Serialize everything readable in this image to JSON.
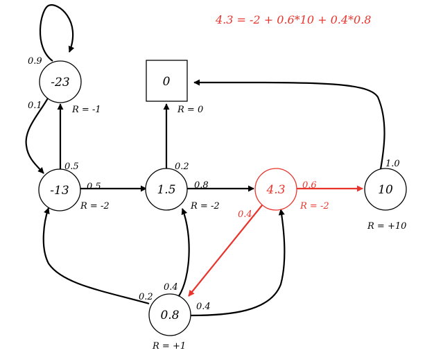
{
  "equation": "4.3 = -2 + 0.6*10 + 0.4*0.8",
  "colors": {
    "default": "#000000",
    "highlight": "#e8342c"
  },
  "nodes": {
    "n_m23": {
      "value": "-23",
      "shape": "circle",
      "reward": "R = -1"
    },
    "n_term": {
      "value": "0",
      "shape": "square",
      "reward": "R = 0"
    },
    "n_m13": {
      "value": "-13",
      "shape": "circle",
      "reward": "R = -2"
    },
    "n_15": {
      "value": "1.5",
      "shape": "circle",
      "reward": "R = -2"
    },
    "n_43": {
      "value": "4.3",
      "shape": "circle",
      "reward": "R = -2",
      "highlight": true
    },
    "n_10": {
      "value": "10",
      "shape": "circle",
      "reward": "R = +10"
    },
    "n_08": {
      "value": "0.8",
      "shape": "circle",
      "reward": "R = +1"
    }
  },
  "edges": {
    "e_self": {
      "from": "-23",
      "to": "-23",
      "prob": "0.9"
    },
    "e_m23_m13": {
      "from": "-23",
      "to": "-13",
      "prob": "0.1"
    },
    "e_m13_m23": {
      "from": "-13",
      "to": "-23",
      "prob": "0.5"
    },
    "e_m13_15": {
      "from": "-13",
      "to": "1.5",
      "prob": "0.5"
    },
    "e_15_term": {
      "from": "1.5",
      "to": "0",
      "prob": "0.2"
    },
    "e_15_43": {
      "from": "1.5",
      "to": "4.3",
      "prob": "0.8"
    },
    "e_43_10": {
      "from": "4.3",
      "to": "10",
      "prob": "0.6",
      "highlight": true
    },
    "e_43_08": {
      "from": "4.3",
      "to": "0.8",
      "prob": "0.4",
      "highlight": true
    },
    "e_10_term": {
      "from": "10",
      "to": "0",
      "prob": "1.0"
    },
    "e_08_m13": {
      "from": "0.8",
      "to": "-13",
      "prob": "0.2"
    },
    "e_08_15": {
      "from": "0.8",
      "to": "1.5",
      "prob": "0.4"
    },
    "e_08_43": {
      "from": "0.8",
      "to": "4.3",
      "prob": "0.4"
    }
  }
}
